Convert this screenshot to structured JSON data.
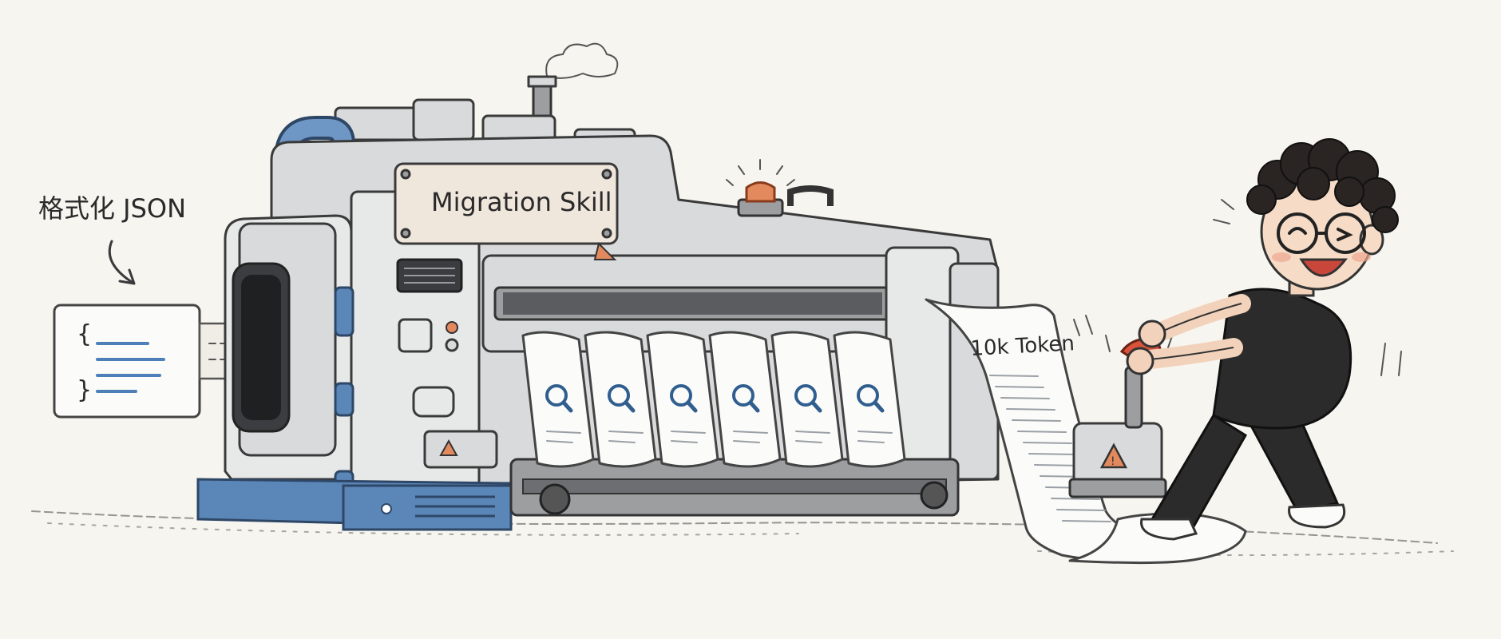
{
  "annotations": {
    "input_label": "格式化 JSON",
    "machine_plate": "Migration Skill",
    "output_label": "10k Token"
  },
  "json_card": {
    "open_brace": "{",
    "close_brace": "}"
  },
  "icons": {
    "page_icon": "magnifier-icon",
    "warning_icon": "warning-triangle-icon"
  },
  "colors": {
    "background": "#f7f5f0",
    "machine_body": "#d9dadb",
    "machine_base": "#5b86b8",
    "warning_light": "#e2895e",
    "magnifier": "#2f5e8f",
    "handle": "#d9533b"
  }
}
